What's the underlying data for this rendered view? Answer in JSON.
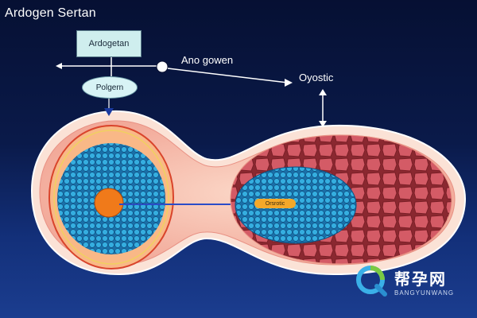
{
  "title": "Ardogen Sertan",
  "labels": {
    "box": "Ardogetan",
    "oval": "Polgern",
    "right_arrow": "Ano gowen",
    "right_target": "Oyostic",
    "inner_tag": "Orsrotic",
    "small_tag": "· · · · · ·"
  },
  "watermark": {
    "main": "帮孕网",
    "sub": "BANGYUNWANG",
    "icon": "q-logo-icon"
  },
  "colors": {
    "background_top": "#061033",
    "background_bottom": "#1b3d8f",
    "membrane": "#f7c6bd",
    "cell_blue": "#2a9fd6",
    "cell_red": "#c8505a",
    "nucleus": "#f07a1a"
  }
}
